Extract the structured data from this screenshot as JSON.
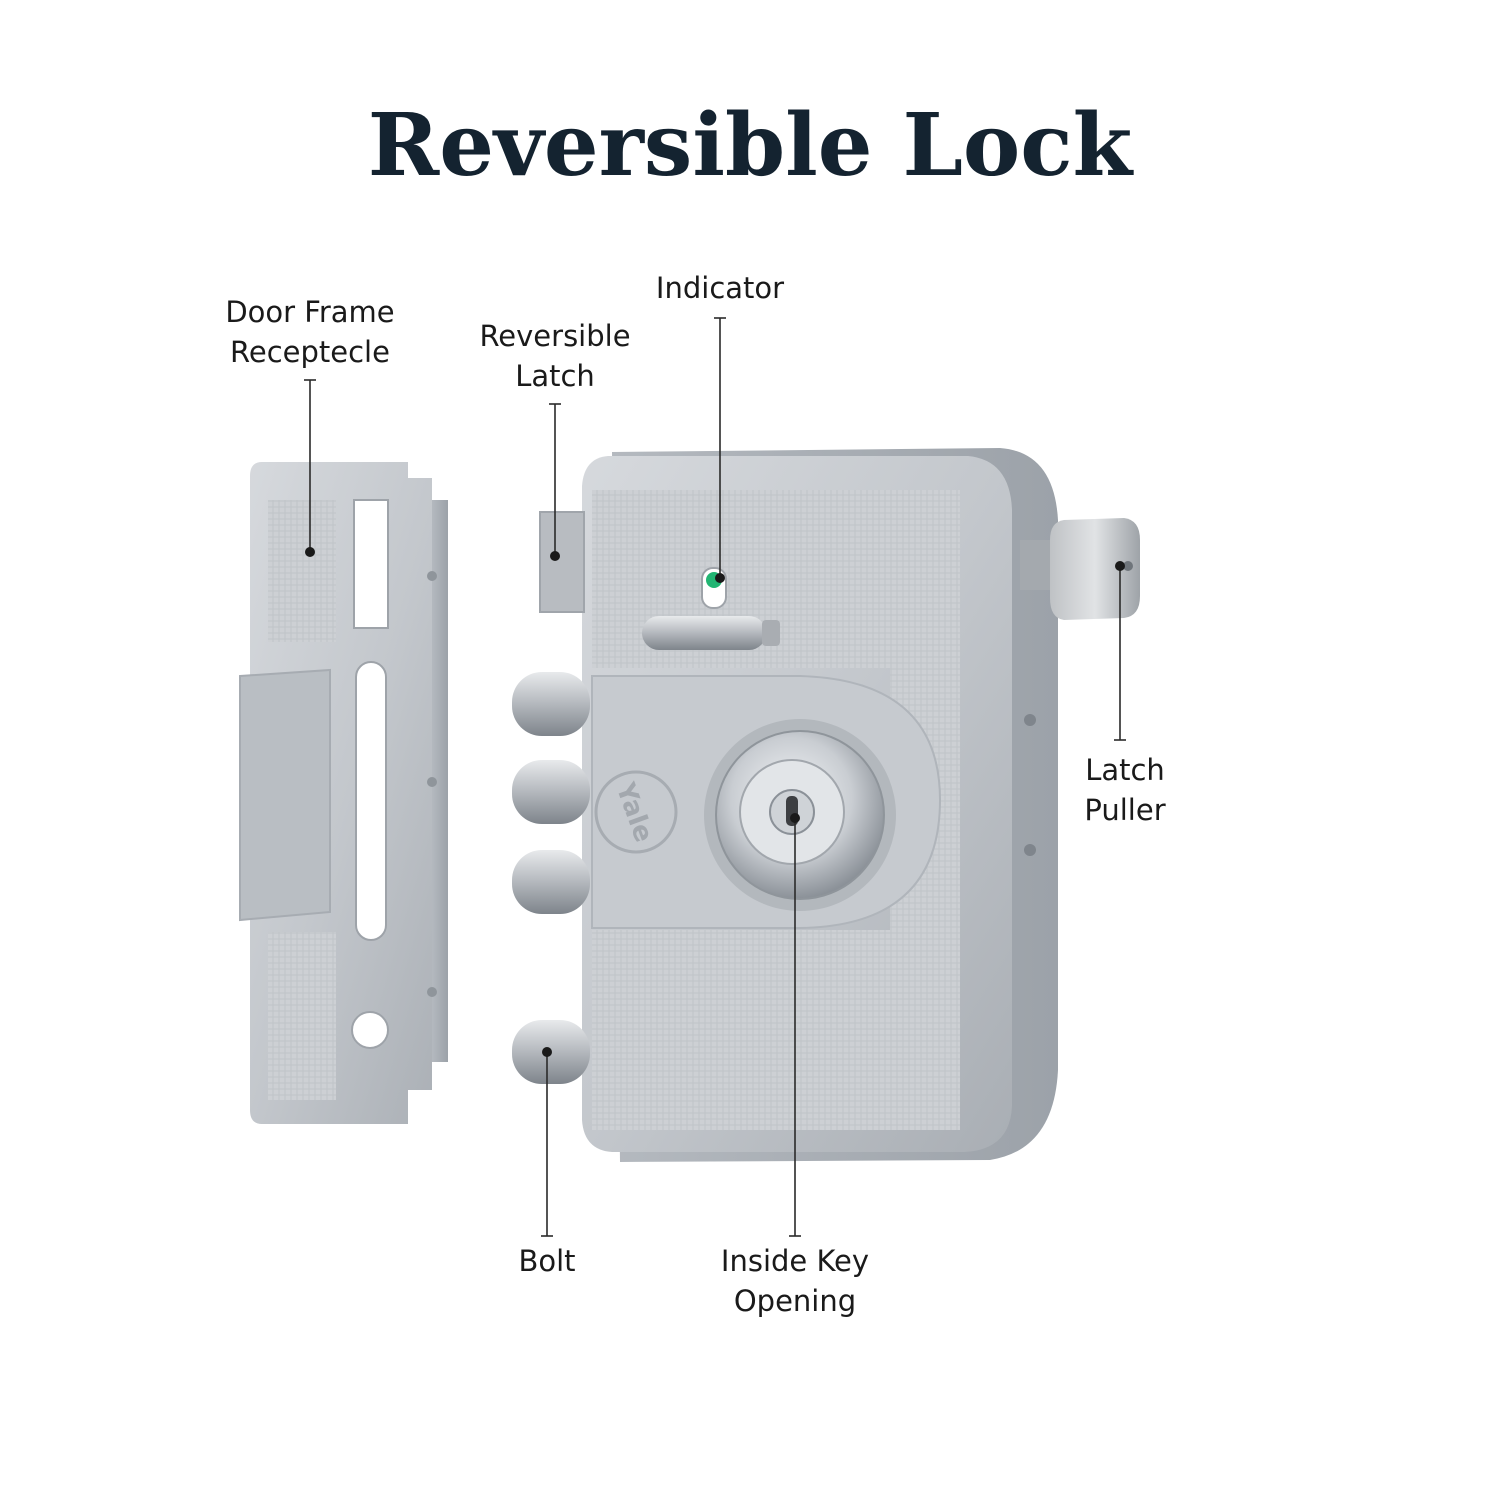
{
  "title": "Reversible Lock",
  "brand": "Yale",
  "labels": {
    "door_frame": [
      "Door Frame",
      "Receptecle"
    ],
    "reversible_latch": [
      "Reversible",
      "Latch"
    ],
    "indicator": [
      "Indicator"
    ],
    "latch_puller": [
      "Latch",
      "Puller"
    ],
    "bolt": [
      "Bolt"
    ],
    "inside_key": [
      "Inside Key",
      "Opening"
    ]
  },
  "colors": {
    "title": "#142330",
    "metal": "#c3c7cc",
    "indicator_green": "#22b573"
  }
}
